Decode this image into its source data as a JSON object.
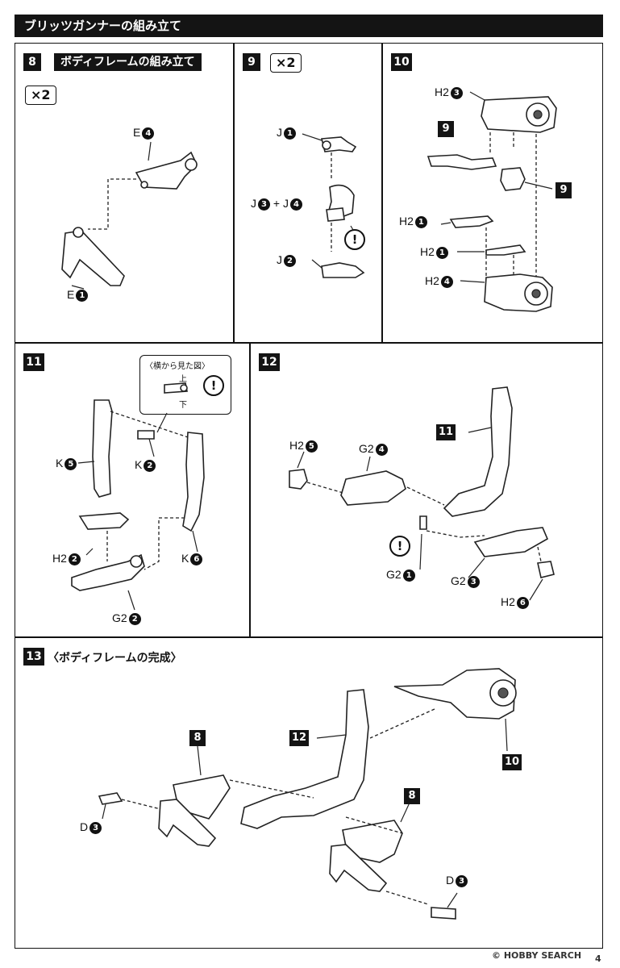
{
  "header": {
    "title": "ブリッツガンナーの組み立て"
  },
  "step8": {
    "num": "8",
    "title": "ボディフレームの組み立て",
    "qty": "×2",
    "labels": {
      "top": "E",
      "top_n": "4",
      "bottom": "E",
      "bottom_n": "1"
    }
  },
  "step9": {
    "num": "9",
    "qty": "×2",
    "labels": {
      "j1": "J",
      "j1_n": "1",
      "j34a": "J",
      "j34a_n": "3",
      "plus": "+",
      "j34b": "J",
      "j34b_n": "4",
      "j2": "J",
      "j2_n": "2"
    },
    "warn": "!"
  },
  "step10": {
    "num": "10",
    "labels": {
      "h23": "H2",
      "h23_n": "3",
      "h21a": "H2",
      "h21a_n": "1",
      "h21b": "H2",
      "h21b_n": "1",
      "h24": "H2",
      "h24_n": "4"
    },
    "ref_a": "9",
    "ref_b": "9"
  },
  "step11": {
    "num": "11",
    "callout": {
      "title": "〈横から見た図〉",
      "up": "上",
      "down": "下",
      "warn": "!"
    },
    "labels": {
      "k5": "K",
      "k5_n": "5",
      "k2": "K",
      "k2_n": "2",
      "k6": "K",
      "k6_n": "6",
      "h22": "H2",
      "h22_n": "2",
      "g22": "G2",
      "g22_n": "2"
    }
  },
  "step12": {
    "num": "12",
    "ref": "11",
    "warn": "!",
    "labels": {
      "h25": "H2",
      "h25_n": "5",
      "g24": "G2",
      "g24_n": "4",
      "g21": "G2",
      "g21_n": "1",
      "g23": "G2",
      "g23_n": "3",
      "h26": "H2",
      "h26_n": "6"
    }
  },
  "step13": {
    "num": "13",
    "title": "〈ボディフレームの完成〉",
    "refs": {
      "a": "8",
      "b": "12",
      "c": "10",
      "d": "8"
    },
    "labels": {
      "d3a": "D",
      "d3a_n": "3",
      "d3b": "D",
      "d3b_n": "3"
    }
  },
  "footer": {
    "watermark": "© HOBBY SEARCH",
    "page": "4"
  }
}
